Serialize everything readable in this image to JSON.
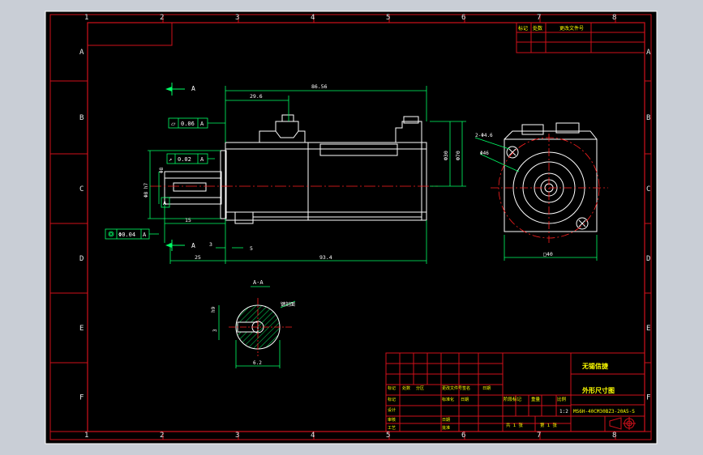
{
  "colors": {
    "background": "#c9ced6",
    "paper": "#000000",
    "frame": "#d0101a",
    "geometry": "#ffffff",
    "dimension": "#00ff66",
    "center_line": "#ff2020",
    "hatch": "#00ff66",
    "text": "#ffff00",
    "zone_text": "#e8e8e8",
    "border_outline": "#ffffff"
  },
  "zones": {
    "columns": [
      "1",
      "2",
      "3",
      "4",
      "5",
      "6",
      "7",
      "8"
    ],
    "rows": [
      "A",
      "B",
      "C",
      "D",
      "E",
      "F"
    ]
  },
  "annotations": {
    "section_arrow_top": "A",
    "section_arrow_bottom": "A",
    "flatness_value": "0.06",
    "flatness_datum": "A",
    "runout_value": "0.02",
    "runout_datum": "A",
    "datum_a": "A",
    "concentricity_value": "Φ0.04",
    "concentricity_datum": "A",
    "section_label": "A-A"
  },
  "dimensions": {
    "overall_length": "86.56",
    "connector_offset": "29.6",
    "flange_dia": "Φ8",
    "shaft_dia": "Φ8 h7",
    "shaft_len": "15",
    "flange_thk": "3",
    "spigot": "5",
    "shaft_total": "25",
    "body_len": "93.4",
    "height_a": "Ф30",
    "height_b": "Ф70",
    "hole_label": "2-Φ4.6",
    "pcd_label": "Φ46",
    "square": "□40",
    "key_h": "h9",
    "key_w": "3",
    "key_depth": "6.2",
    "hatch_label": "键剖面"
  },
  "title_block_top": {
    "cells": [
      "标记",
      "处数",
      "更改文件号"
    ]
  },
  "title_block": {
    "company": "无锡信捷",
    "drawing_name": "外形尺寸图",
    "model": "MS6H-40CM30BZ3-20A5-S",
    "scale": "1:2",
    "sheet_total": "共 1 张",
    "sheet_index": "第 1 张",
    "weight_label": "重量",
    "scale_label": "比例",
    "stage_label": "阶段标记",
    "row_labels": [
      "标记",
      "设计",
      "审核",
      "工艺"
    ],
    "head_cells": [
      "标记",
      "处数",
      "分区",
      "更改文件号",
      "签名",
      "日期"
    ],
    "mid_cells": [
      "标准化",
      "批准"
    ],
    "mid_cells2": [
      "日期",
      "日期"
    ],
    "logo": "projection-symbol-icon"
  }
}
